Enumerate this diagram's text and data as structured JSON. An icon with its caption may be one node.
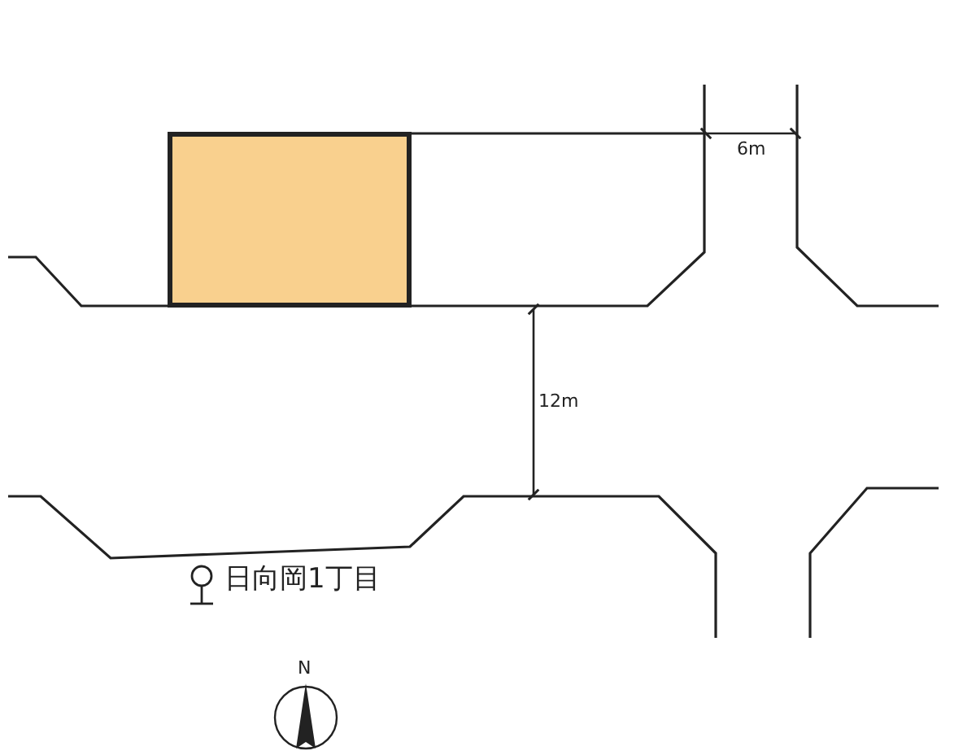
{
  "diagram": {
    "nodes": [
      {
        "text": [],
        "shape": "box"
      }
    ],
    "labels": [
      "6m",
      "12m",
      "日向岡1丁目",
      "N"
    ]
  }
}
